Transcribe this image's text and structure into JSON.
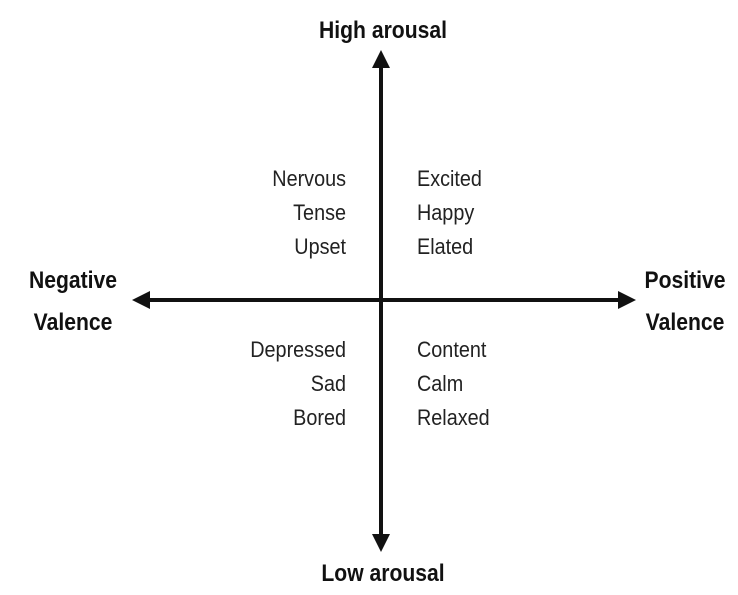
{
  "axes": {
    "top": "High arousal",
    "bottom": "Low arousal",
    "left": [
      "Negative",
      "Valence"
    ],
    "right": [
      "Positive",
      "Valence"
    ]
  },
  "quadrants": {
    "top_left": [
      "Nervous",
      "Tense",
      "Upset"
    ],
    "top_right": [
      "Excited",
      "Happy",
      "Elated"
    ],
    "bottom_left": [
      "Depressed",
      "Sad",
      "Bored"
    ],
    "bottom_right": [
      "Content",
      "Calm",
      "Relaxed"
    ]
  },
  "colors": {
    "axis": "#111111",
    "text": "#222222",
    "background": "#ffffff"
  }
}
